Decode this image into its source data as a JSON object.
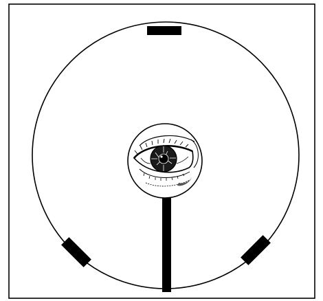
{
  "figure": {
    "subject": "eye",
    "components": [
      "frame",
      "outer-circle",
      "top-marker",
      "left-marker",
      "right-marker",
      "center-circle",
      "eye-illustration",
      "stem-bar"
    ],
    "colors": {
      "ink": "#000000",
      "paper": "#ffffff",
      "iris": "#1a1a1a"
    }
  }
}
